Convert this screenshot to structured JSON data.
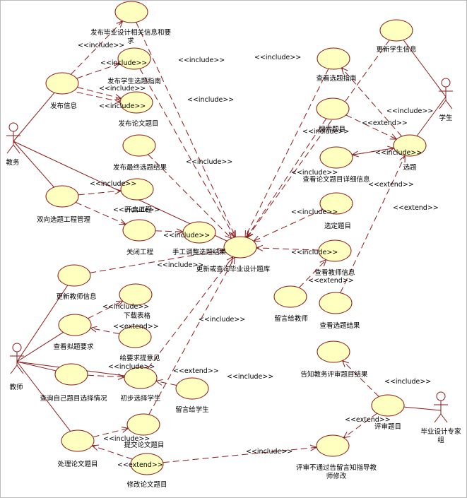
{
  "actors": [
    {
      "id": "jiaowu",
      "label": "教务"
    },
    {
      "id": "xuesheng",
      "label": "学生"
    },
    {
      "id": "jiaoshi",
      "label": "教师"
    },
    {
      "id": "zhuanjia",
      "label": "毕业设计专家组"
    }
  ],
  "use_cases": [
    {
      "id": "fabu_xiangguan",
      "label": "发布毕业设计相关信息和要求"
    },
    {
      "id": "fabu_zhinan",
      "label": "发布学生选题指南"
    },
    {
      "id": "fabu_xinxi",
      "label": "发布信息"
    },
    {
      "id": "fabu_timu",
      "label": "发布论文题目"
    },
    {
      "id": "fabu_jieguo",
      "label": "发布最终选题结果"
    },
    {
      "id": "shuangxiang",
      "label": "双向选题工程管理"
    },
    {
      "id": "kaiqi",
      "label": "开启工程"
    },
    {
      "id": "guanbi",
      "label": "关闭工程"
    },
    {
      "id": "shougong",
      "label": "手工调整选题结果"
    },
    {
      "id": "tiku",
      "label": "更新或查询毕业设计题库"
    },
    {
      "id": "gengxin_xs",
      "label": "更新学生信息"
    },
    {
      "id": "chakan_zhinan",
      "label": "查看选题指南"
    },
    {
      "id": "sousuo",
      "label": "搜索题目"
    },
    {
      "id": "xuanti",
      "label": "选题"
    },
    {
      "id": "xiangxi",
      "label": "查看论文题目详细信息"
    },
    {
      "id": "xuanding",
      "label": "选定题目"
    },
    {
      "id": "chakan_js",
      "label": "查看教师信息"
    },
    {
      "id": "liuyan_js",
      "label": "留言给教师"
    },
    {
      "id": "chakan_jieguo",
      "label": "查看选题结果"
    },
    {
      "id": "gengxin_js",
      "label": "更新教师信息"
    },
    {
      "id": "xiazai",
      "label": "下载表格"
    },
    {
      "id": "chakan_yaoqiu",
      "label": "查看拟题要求"
    },
    {
      "id": "yijian",
      "label": "给要求提意见"
    },
    {
      "id": "chaxun_qk",
      "label": "查询自己题目选择情况"
    },
    {
      "id": "chubu",
      "label": "初步选择学生"
    },
    {
      "id": "liuyan_xs",
      "label": "留言给学生"
    },
    {
      "id": "gaozhi",
      "label": "告知教务评审题目结果"
    },
    {
      "id": "pingshen",
      "label": "评审题目"
    },
    {
      "id": "tijiao",
      "label": "提交论文题目"
    },
    {
      "id": "chuli",
      "label": "处理论文题目"
    },
    {
      "id": "xiugai",
      "label": "修改论文题目"
    },
    {
      "id": "butongguo",
      "label": "评审不通过告留言知指导教师修改"
    }
  ],
  "stereotypes": {
    "include": "<<include>>",
    "extend": "<<extend>>"
  }
}
